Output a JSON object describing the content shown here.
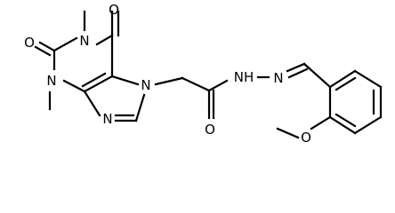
{
  "molecule": {
    "atom_labels": {
      "n1": "N",
      "n3": "N",
      "n7": "N",
      "n9": "N",
      "o_c6": "O",
      "o_c2": "O",
      "o_amide": "O",
      "nh_amide": "NH",
      "n_hydrazone": "N",
      "o_methoxy": "O"
    },
    "colors": {
      "bond": "#000000",
      "label": "#000000",
      "background": "#ffffff"
    }
  }
}
